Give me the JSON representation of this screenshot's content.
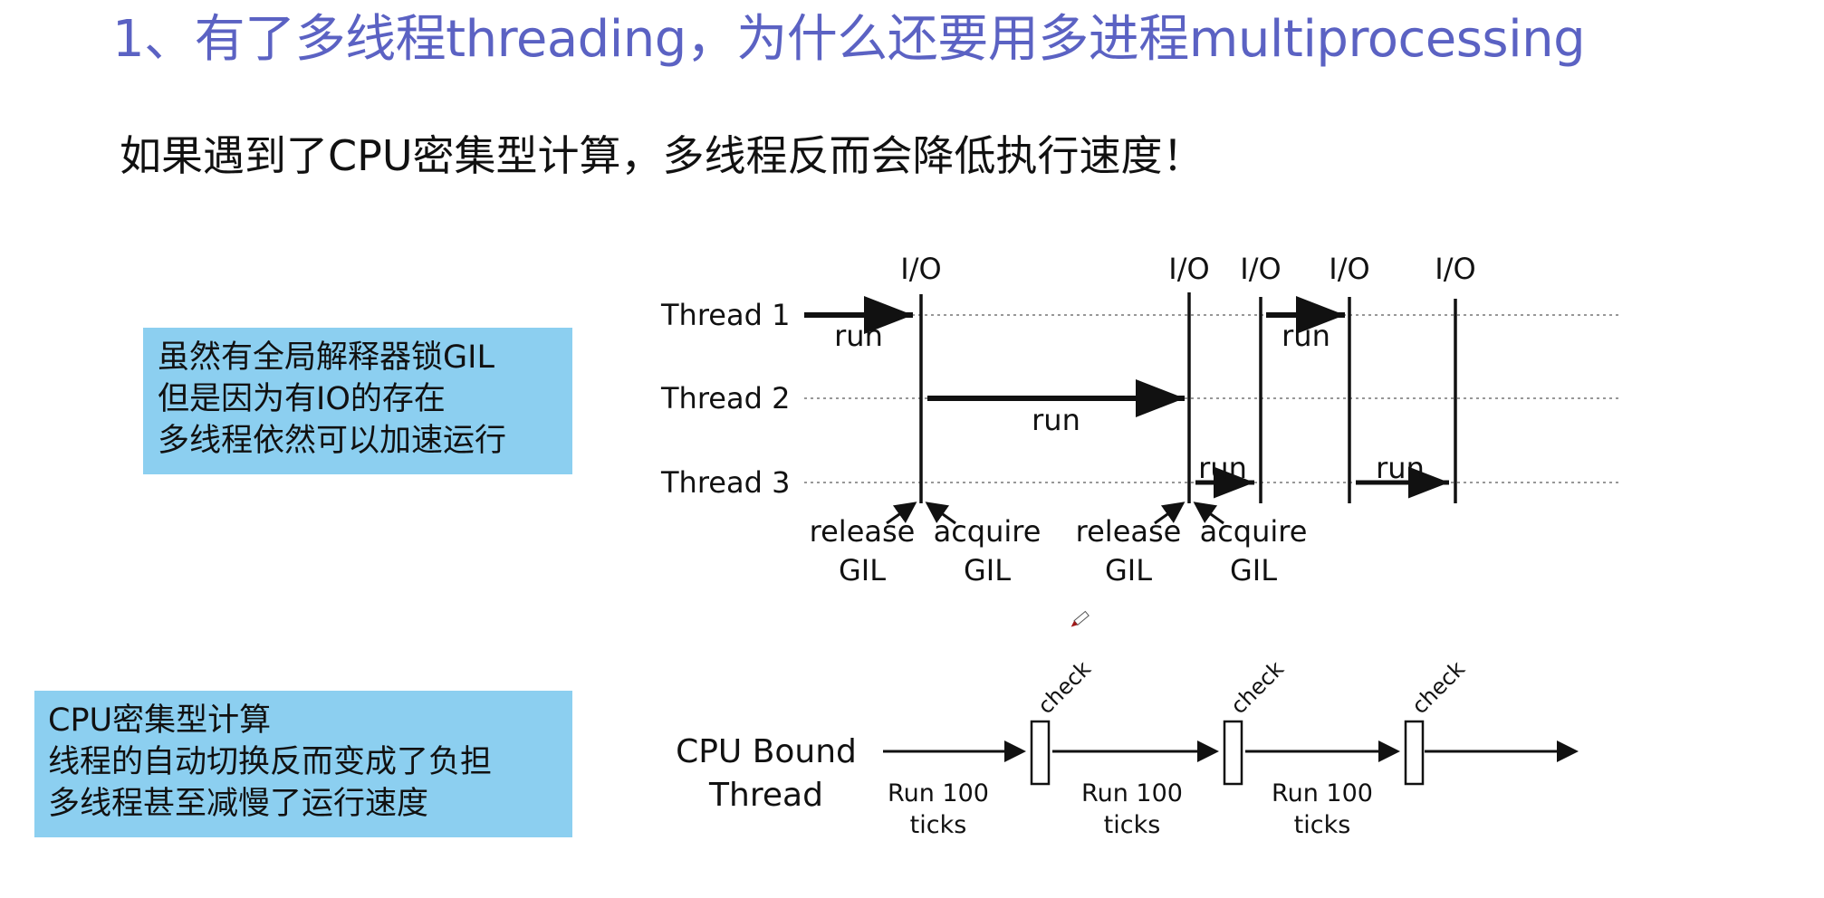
{
  "slide": {
    "title": "1、有了多线程threading，为什么还要用多进程multiprocessing",
    "subtitle": "如果遇到了CPU密集型计算，多线程反而会降低执行速度！",
    "title_color": "#5b62c3",
    "note_color": "#8ccff0"
  },
  "notes": [
    {
      "lines": [
        "虽然有全局解释器锁GIL",
        "但是因为有IO的存在",
        "多线程依然可以加速运行"
      ]
    },
    {
      "lines": [
        "CPU密集型计算",
        "线程的自动切换反而变成了负担",
        "多线程甚至减慢了运行速度"
      ]
    }
  ],
  "io_diagram": {
    "threads": [
      "Thread 1",
      "Thread 2",
      "Thread 3"
    ],
    "io_label": "I/O",
    "io_count": 5,
    "run_label": "run",
    "runs": [
      {
        "thread": 0,
        "from": 0,
        "to": 1
      },
      {
        "thread": 1,
        "from": 1,
        "to": 2
      },
      {
        "thread": 2,
        "from": 2,
        "to": 3
      },
      {
        "thread": 0,
        "from": 3,
        "to": 4
      },
      {
        "thread": 2,
        "from": 4,
        "to": 5
      }
    ],
    "gil_labels": [
      {
        "top": "release",
        "bottom": "GIL"
      },
      {
        "top": "acquire",
        "bottom": "GIL"
      },
      {
        "top": "release",
        "bottom": "GIL"
      },
      {
        "top": "acquire",
        "bottom": "GIL"
      }
    ]
  },
  "cpu_diagram": {
    "label_lines": [
      "CPU Bound",
      "Thread"
    ],
    "check_label": "check",
    "segments": [
      {
        "top": "Run 100",
        "bottom": "ticks"
      },
      {
        "top": "Run 100",
        "bottom": "ticks"
      },
      {
        "top": "Run 100",
        "bottom": "ticks"
      }
    ],
    "check_count": 3
  }
}
